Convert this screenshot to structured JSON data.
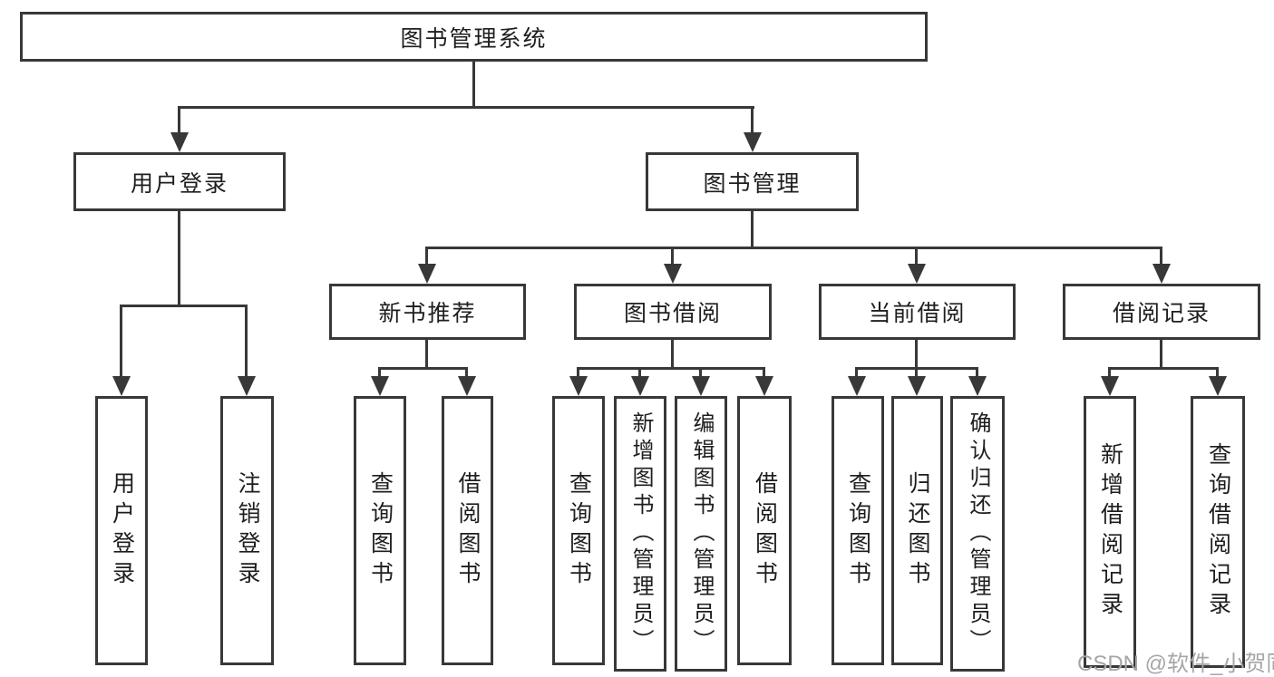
{
  "diagram": {
    "type": "hierarchy-chart",
    "colors": {
      "line": "#383838",
      "box_border": "#383838",
      "box_fill": "#ffffff",
      "text": "#1e1e1e",
      "watermark": "#a6a6a6",
      "background": "#ffffff"
    },
    "nodes": {
      "root": "图书管理系统",
      "user_login": "用户登录",
      "book_mgmt": "图书管理",
      "new_books": "新书推荐",
      "book_borrow": "图书借阅",
      "current_borrow": "当前借阅",
      "borrow_records": "借阅记录",
      "leaf_user_login": "用户登录",
      "leaf_logout": "注销登录",
      "leaf_nb_query": "查询图书",
      "leaf_nb_borrow": "借阅图书",
      "leaf_bw_query": "查询图书",
      "leaf_bw_add": "新增图书（管理员）",
      "leaf_bw_edit": "编辑图书（管理员）",
      "leaf_bw_borrow": "借阅图书",
      "leaf_cur_query": "查询图书",
      "leaf_cur_return": "归还图书",
      "leaf_cur_confirm": "确认归还（管理员）",
      "leaf_rec_add": "新增借阅记录",
      "leaf_rec_query": "查询借阅记录"
    },
    "edges": [
      [
        "图书管理系统",
        "用户登录"
      ],
      [
        "图书管理系统",
        "图书管理"
      ],
      [
        "用户登录",
        "用户登录(叶)"
      ],
      [
        "用户登录",
        "注销登录"
      ],
      [
        "图书管理",
        "新书推荐"
      ],
      [
        "图书管理",
        "图书借阅"
      ],
      [
        "图书管理",
        "当前借阅"
      ],
      [
        "图书管理",
        "借阅记录"
      ],
      [
        "新书推荐",
        "查询图书"
      ],
      [
        "新书推荐",
        "借阅图书"
      ],
      [
        "图书借阅",
        "查询图书"
      ],
      [
        "图书借阅",
        "新增图书（管理员）"
      ],
      [
        "图书借阅",
        "编辑图书（管理员）"
      ],
      [
        "图书借阅",
        "借阅图书"
      ],
      [
        "当前借阅",
        "查询图书"
      ],
      [
        "当前借阅",
        "归还图书"
      ],
      [
        "当前借阅",
        "确认归还（管理员）"
      ],
      [
        "借阅记录",
        "新增借阅记录"
      ],
      [
        "借阅记录",
        "查询借阅记录"
      ]
    ]
  },
  "watermark": "CSDN @软件_小贺同学"
}
